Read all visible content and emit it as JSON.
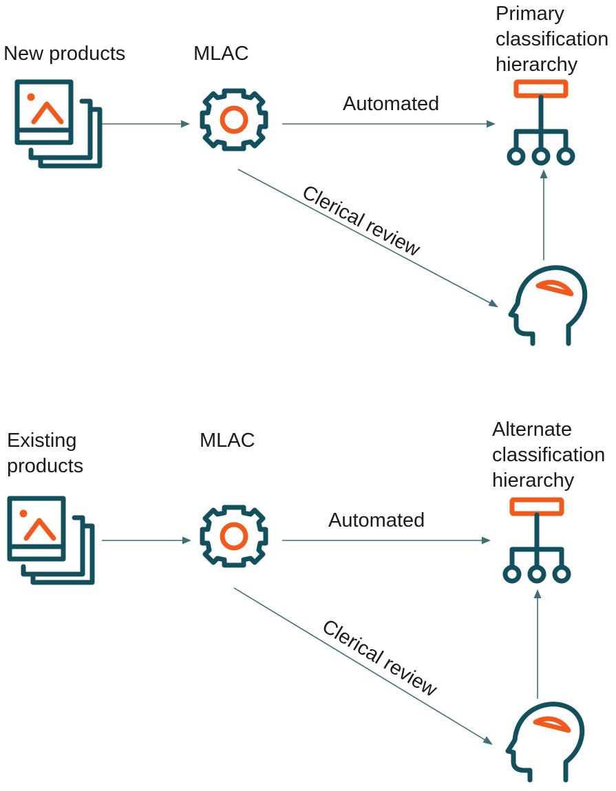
{
  "colors": {
    "teal": "#11505c",
    "orange": "#f25a1d",
    "arrow": "#3f6f79"
  },
  "top": {
    "source_label_lines": [
      "New products"
    ],
    "engine_label": "MLAC",
    "target_label_lines": [
      "Primary",
      "classification",
      "hierarchy"
    ],
    "automated_label": "Automated",
    "review_label": "Clerical review",
    "icons": [
      "image-stack-icon",
      "gear-icon",
      "hierarchy-icon",
      "human-head-icon"
    ]
  },
  "bottom": {
    "source_label_lines": [
      "Existing",
      "products"
    ],
    "engine_label": "MLAC",
    "target_label_lines": [
      "Alternate",
      "classification",
      "hierarchy"
    ],
    "automated_label": "Automated",
    "review_label": "Clerical review",
    "icons": [
      "image-stack-icon",
      "gear-icon",
      "hierarchy-icon",
      "human-head-icon"
    ]
  }
}
